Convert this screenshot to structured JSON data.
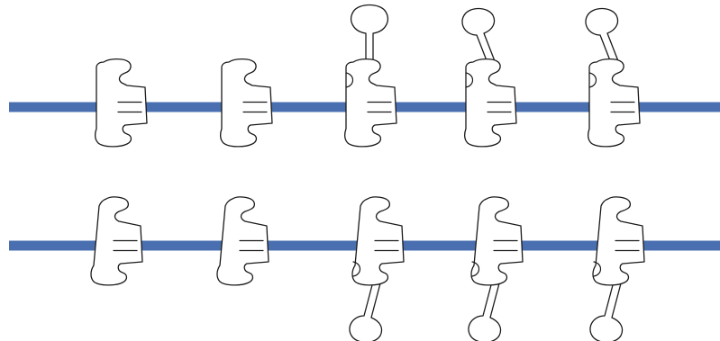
{
  "diagram": {
    "wire_color": "#4a6fb0",
    "rows": [
      {
        "wire_name": "top-wire",
        "clips": [
          {
            "name": "top-clip-1",
            "lever": "none"
          },
          {
            "name": "top-clip-2",
            "lever": "none"
          },
          {
            "name": "top-clip-3",
            "lever": "up-straight"
          },
          {
            "name": "top-clip-4",
            "lever": "up-tilted"
          },
          {
            "name": "top-clip-5",
            "lever": "up-tilted"
          }
        ]
      },
      {
        "wire_name": "bottom-wire",
        "clips": [
          {
            "name": "bottom-clip-1",
            "lever": "none"
          },
          {
            "name": "bottom-clip-2",
            "lever": "none"
          },
          {
            "name": "bottom-clip-3",
            "lever": "down-tilted"
          },
          {
            "name": "bottom-clip-4",
            "lever": "down-tilted"
          },
          {
            "name": "bottom-clip-5",
            "lever": "down-tilted"
          }
        ]
      }
    ]
  }
}
